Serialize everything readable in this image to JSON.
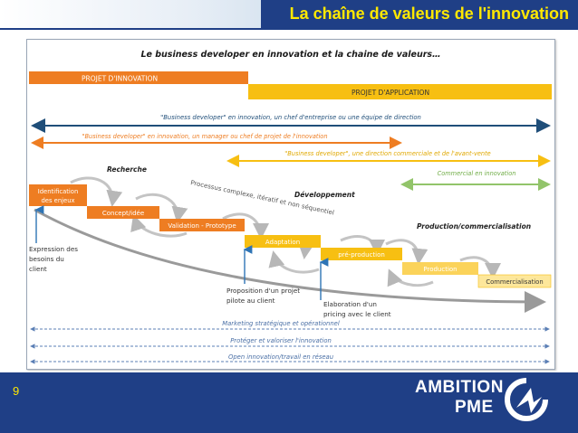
{
  "slide": {
    "title": "La chaîne de valeurs de l'innovation",
    "page_number": "9",
    "logo_line1": "AMBITION",
    "logo_line2": "PME"
  },
  "diagram": {
    "heading": "Le business developer en innovation et la chaine de valeurs…",
    "phase_innovation": "PROJET D'INNOVATION",
    "phase_application": "PROJET D'APPLICATION",
    "arrow1_label": "\"Business developer\" en innovation, un chef d'entreprise ou une équipe de direction",
    "arrow2_label": "\"Business developer\" en innovation, un manager ou chef de projet de l'innovation",
    "arrow3_label": "\"Business developer\", une direction commerciale et de l'avant-vente",
    "arrow4_label": "Commercial en innovation",
    "label_recherche": "Recherche",
    "label_developpement": "Développement",
    "label_production": "Production/commercialisation",
    "label_processus": "Processus complexe, itératif et non séquentiel",
    "steps": [
      {
        "label": "Identification des enjeux"
      },
      {
        "label": "Concept/idée"
      },
      {
        "label": "Validation - Prototype"
      },
      {
        "label": "Adaptation"
      },
      {
        "label": "pré-production"
      },
      {
        "label": "Production"
      },
      {
        "label": "Commercialisation"
      }
    ],
    "note1": "Expression des besoins du client",
    "note2": "Proposition d'un projet pilote au client",
    "note3": "Elaboration d'un pricing avec le client",
    "footer_arrow1": "Marketing stratégique et opérationnel",
    "footer_arrow2": "Protéger et valoriser l'innovation",
    "footer_arrow3": "Open innovation/travail en réseau",
    "colors": {
      "orange": "#ee7d22",
      "orange_light": "#f6a05a",
      "yellow": "#f7bf12",
      "yellow_light": "#fbd35a",
      "yellow_pale": "#fde79b",
      "navy": "#1f4e79",
      "green": "#92c46a",
      "blue_text": "#2e74b5"
    }
  }
}
